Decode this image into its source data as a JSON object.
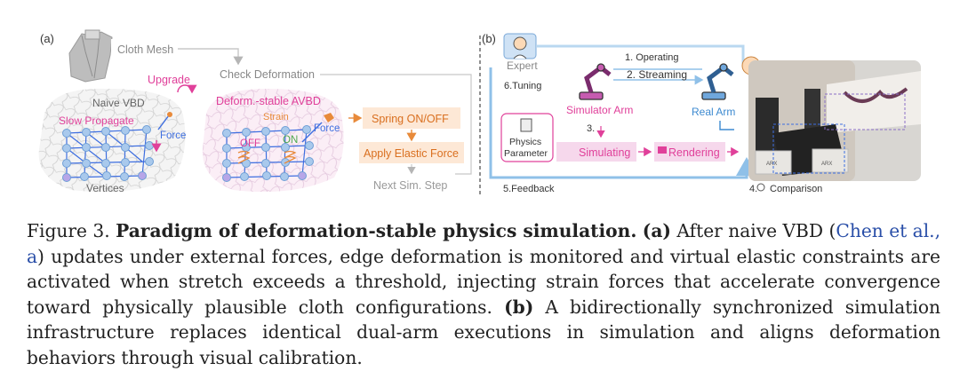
{
  "panel_a": {
    "label": "(a)",
    "cloth_mesh": "Cloth Mesh",
    "upgrade": "Upgrade",
    "check_deformation": "Check Deformation",
    "naive_vbd": "Naive VBD",
    "slow_propagate": "Slow Propagate",
    "force_left": "Force",
    "vertices": "Vertices",
    "avbd": "Deform.-stable AVBD",
    "strain": "Strain",
    "off": "OFF",
    "on": "ON",
    "force_right": "Force",
    "spring": "Spring ON/OFF",
    "elastic": "Apply Elastic Force",
    "next_step": "Next Sim. Step"
  },
  "panel_b": {
    "label": "(b)",
    "expert": "Expert",
    "operating": "1. Operating",
    "streaming": "2. Streaming",
    "tuning": "6.Tuning",
    "sim_arm": "Simulator Arm",
    "real_arm": "Real Arm",
    "step3": "3.",
    "physics_param_1": "Physics",
    "physics_param_2": "Parameter",
    "simulating": "Simulating",
    "rendering": "Rendering",
    "feedback": "5.Feedback",
    "comparison": "4.",
    "comparison_label": "Comparison",
    "photo_text_1": "ARX",
    "photo_text_2": "ARX"
  },
  "caption": {
    "figure_label": "Figure 3.",
    "title": "Paradigm of deformation-stable physics simulation.",
    "a_label": "(a)",
    "a_text_1": "After naive VBD (",
    "a_cite": "Chen et al.,",
    "a_cite2": "a",
    "a_text_2": ") updates under external forces, edge deformation is monitored and virtual elastic constraints are activated when stretch exceeds a threshold, injecting strain forces that accelerate convergence toward physically plausible cloth configurations.",
    "b_label": "(b)",
    "b_text": "A bidirectionally synchronized simulation infrastructure replaces identical dual-arm executions in simulation and aligns deformation behaviors through visual calibration."
  },
  "colors": {
    "pink": "#e0409a",
    "blue_node": "#a9c9ec",
    "orange": "#e88a3a",
    "light_blue_line": "#b9d8f0",
    "gray_line": "#c8c8c8"
  }
}
